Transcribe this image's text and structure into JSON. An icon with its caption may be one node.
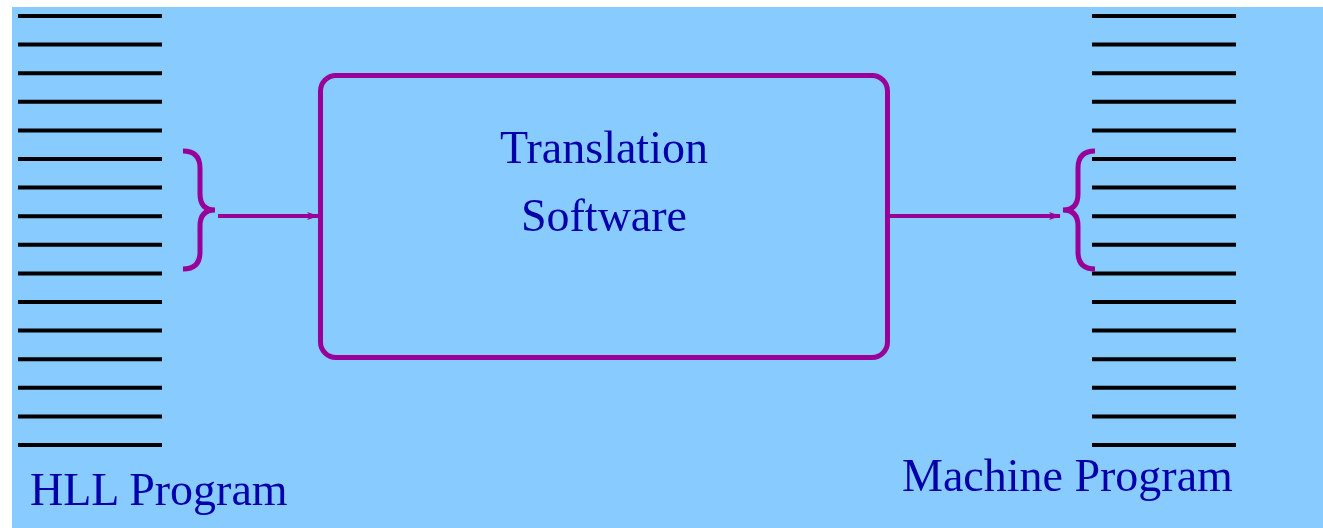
{
  "diagram": {
    "nodes": [
      {
        "text": [
          "HLL Program"
        ]
      },
      {
        "text": [
          "Translation Software"
        ]
      },
      {
        "text": [
          "Machine Program"
        ]
      }
    ],
    "edges": [
      {
        "from": 0,
        "to": 1,
        "arrow": "to"
      },
      {
        "from": 1,
        "to": 2,
        "arrow": "to"
      }
    ]
  }
}
